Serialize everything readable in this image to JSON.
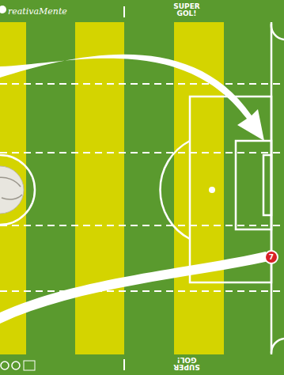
{
  "diagram": {
    "nodes": [
      {
        "text": [
          "7"
        ]
      }
    ],
    "labels": [
      "reativaMente",
      "SUPER GOL!",
      "SUPER GOL!"
    ]
  }
}
